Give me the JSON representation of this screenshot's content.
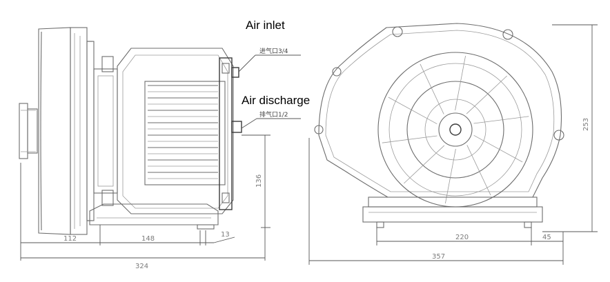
{
  "labels": {
    "air_inlet": "Air inlet",
    "air_discharge": "Air discharge",
    "inlet_note": "进气口3/4",
    "discharge_note": "排气口1/2"
  },
  "dimensions": {
    "d112": "112",
    "d148": "148",
    "d13": "13",
    "d324": "324",
    "d136": "136",
    "d253": "253",
    "d220": "220",
    "d45": "45",
    "d357": "357"
  },
  "colors": {
    "line": "#6b6b6b",
    "text": "#000000"
  }
}
